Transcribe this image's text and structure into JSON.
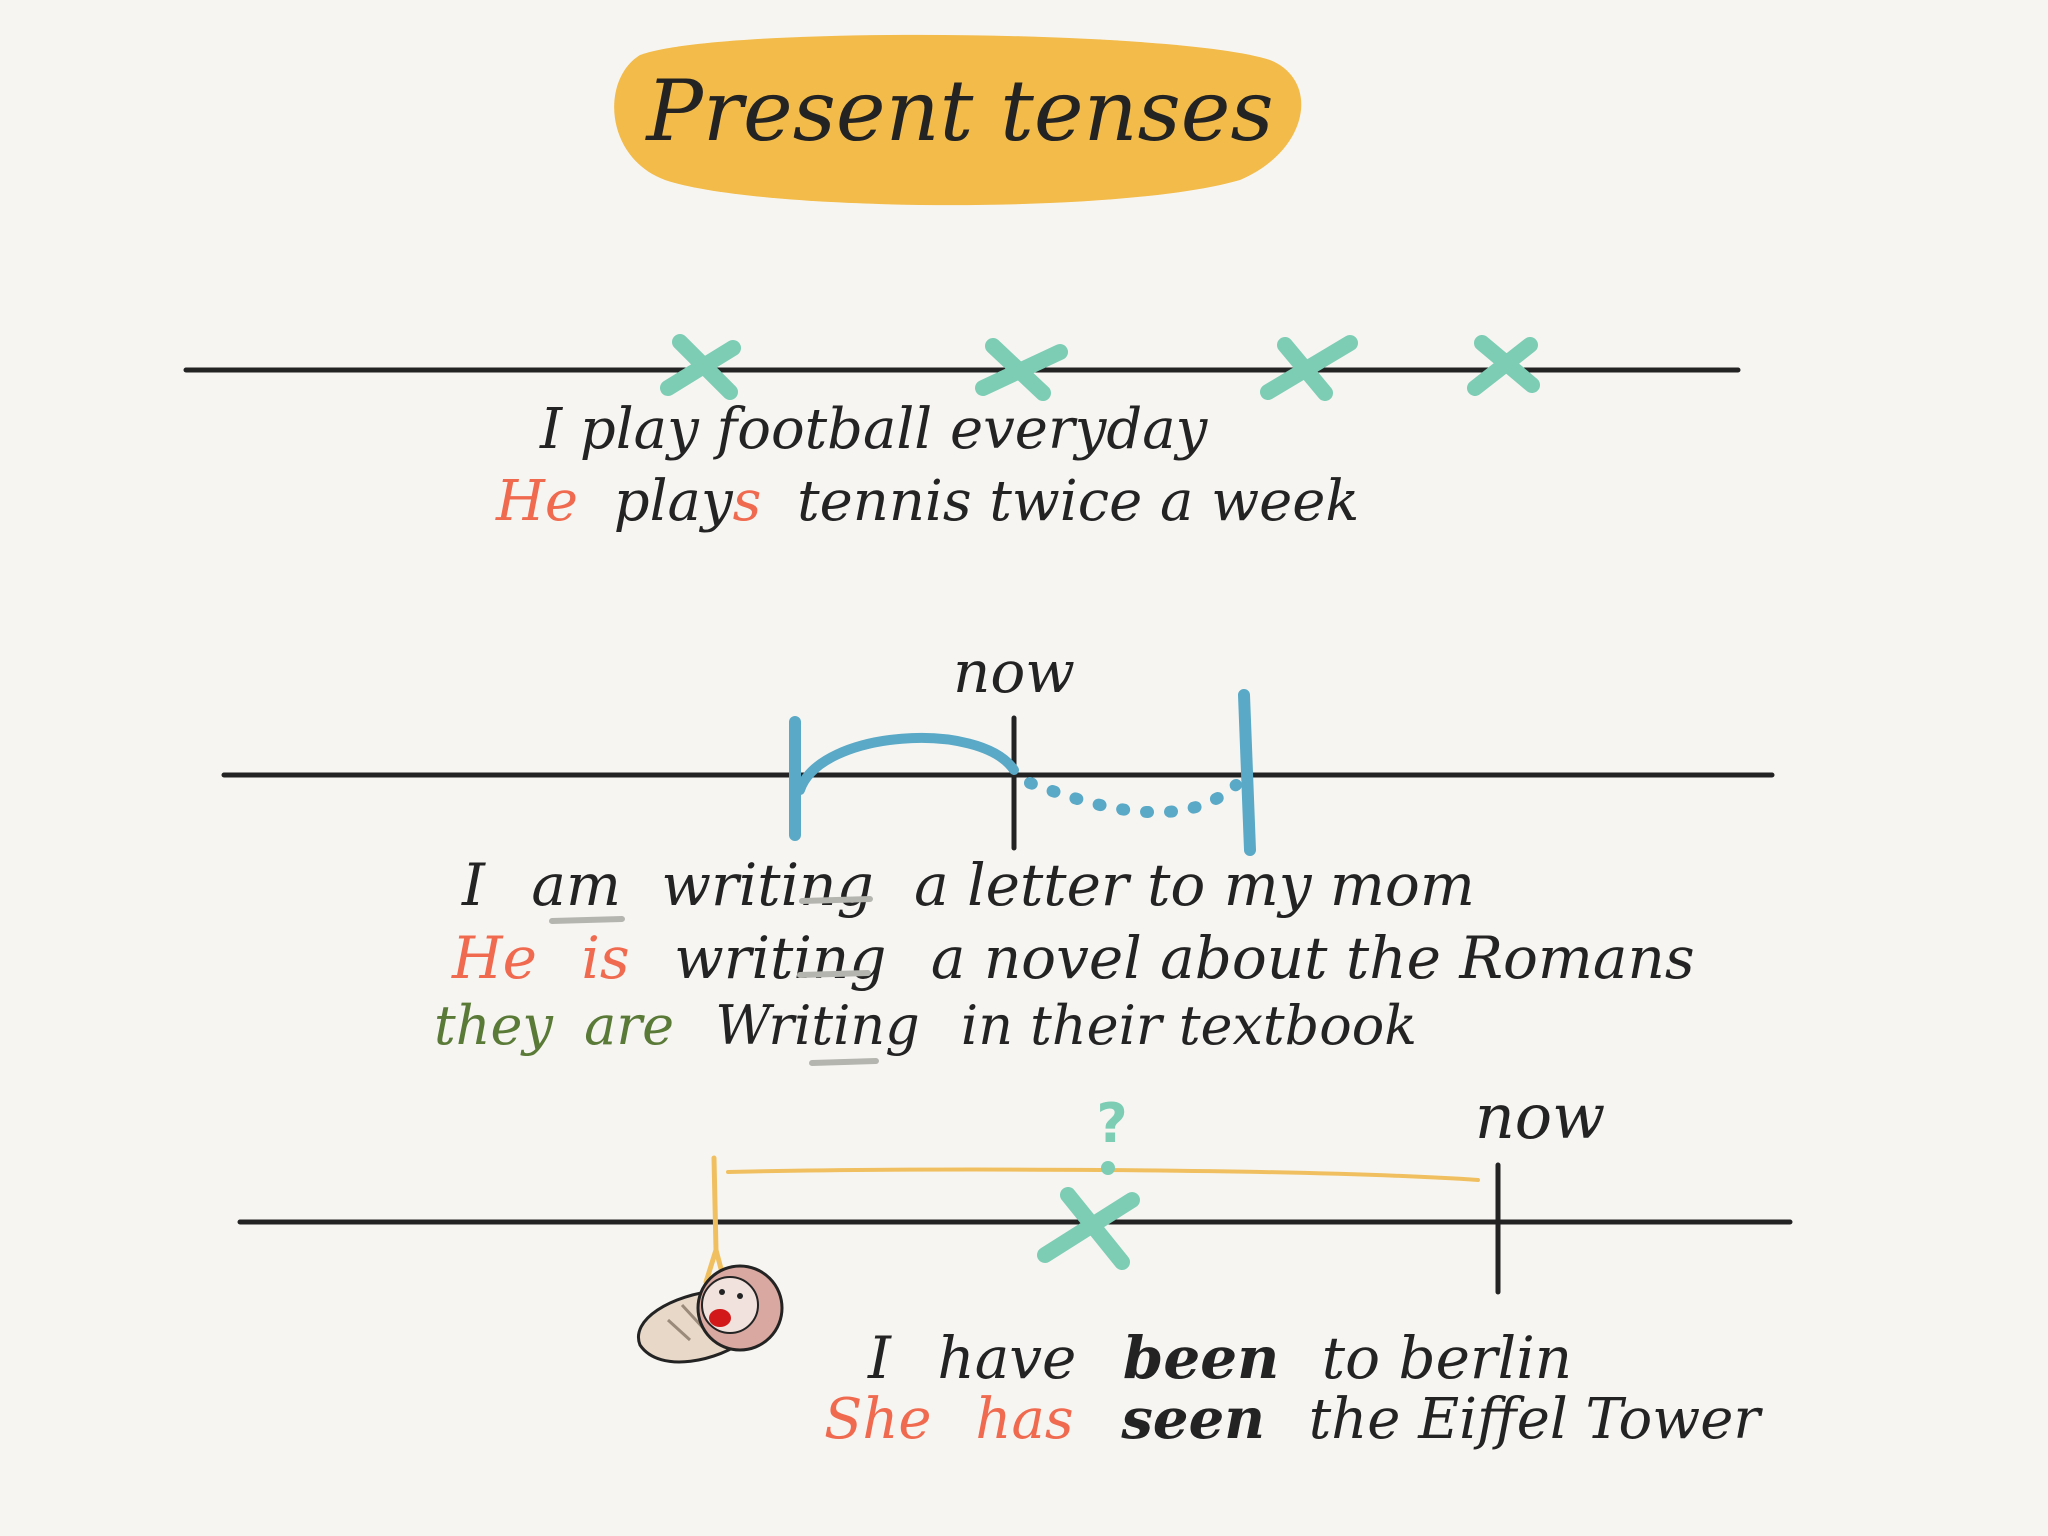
{
  "title": "Present tenses",
  "colors": {
    "background": "#f7f5f2",
    "ink": "#232323",
    "title_blob": "#f2bb4a",
    "marker_x": "#7ccdb4",
    "continuous": "#5aa9c6",
    "period_line": "#f0c060",
    "he_she": "#f06a4f",
    "they": "#5a7a38",
    "underline": "#b5b5b0",
    "baby_face": "#d9a8a0",
    "baby_mouth": "#d21818"
  },
  "icons": {
    "occurrence": "cross-mark-icon",
    "question": "question-mark-icon",
    "birth": "newborn-baby-icon"
  },
  "sections": {
    "simple": {
      "line1": "I play football everyday",
      "line2_subject": "He",
      "line2_verb_stem": "play",
      "line2_verb_ending": "s",
      "line2_rest": "tennis twice a week"
    },
    "continuous": {
      "now_label": "now",
      "line1_subject": "I",
      "line1_aux": "am",
      "line1_verb": "writing",
      "line1_rest": "a letter to my mom",
      "line2_subject": "He",
      "line2_aux": "is",
      "line2_verb": "writing",
      "line2_rest": "a novel about the Romans",
      "line3_subject": "they",
      "line3_aux": "are",
      "line3_verb": "Writing",
      "line3_rest": "in their textbook"
    },
    "perfect": {
      "now_label": "now",
      "question": "?",
      "line1_subject": "I",
      "line1_aux": "have",
      "line1_participle": "been",
      "line1_rest": "to berlin",
      "line2_subject": "She",
      "line2_aux": "has",
      "line2_participle": "seen",
      "line2_rest": "the Eiffel Tower"
    }
  }
}
